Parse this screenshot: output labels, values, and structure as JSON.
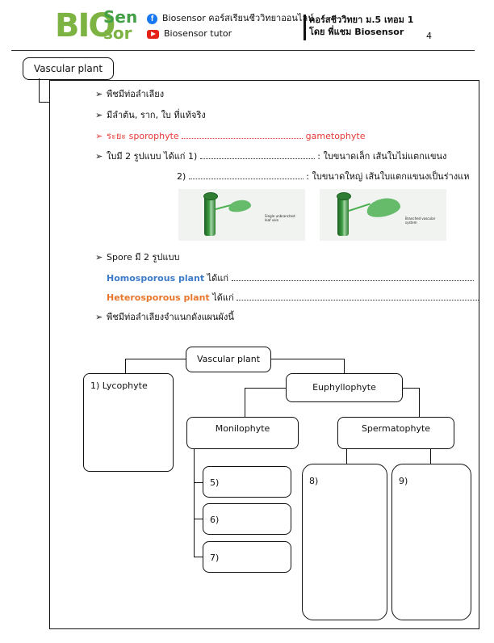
{
  "header": {
    "logo": {
      "bio": "BIO",
      "sen": "Sen",
      "sor": "sor"
    },
    "facebook_text": "Biosensor คอร์สเรียนชีววิทยาออนไลน์",
    "youtube_text": "Biosensor tutor",
    "course_line1": "คอร์สชีววิทยา ม.5 เทอม 1",
    "course_line2": "โดย พี่แชม Biosensor",
    "page_number": "4"
  },
  "title_box": "Vascular plant",
  "bullets": {
    "b1": "พืชมีท่อลำเลียง",
    "b2": "มีลำต้น, ราก, ใบ ที่แท้จริง",
    "b3_prefix": "ระยะ sporophyte",
    "b3_suffix": "gametophyte",
    "b4_prefix": "ใบมี 2 รูปแบบ ได้แก่ 1)",
    "b4_suffix": ": ใบขนาดเล็ก เส้นใบไม่แตกแขนง",
    "b5_prefix": "2)",
    "b5_suffix": ": ใบขนาดใหญ่ เส้นใบแตกแขนงเป็นร่างแห",
    "b6": "Spore มี 2 รูปแบบ",
    "homosporous": "Homosporous plant",
    "heterosporous": "Heterosporous plant",
    "dai_kae": "ได้แก่",
    "b7": "พืชมีท่อลำเลียงจำแนกดังแผนผังนี้"
  },
  "figures": {
    "left_label": "Single unbranched leaf vein",
    "right_label": "Branched vascular system"
  },
  "tree": {
    "root": "Vascular plant",
    "lycophyte": "1) Lycophyte",
    "euphyllophyte": "Euphyllophyte",
    "monilophyte": "Monilophyte",
    "spermatophyte": "Spermatophyte",
    "n5": "5)",
    "n6": "6)",
    "n7": "7)",
    "n8": "8)",
    "n9": "9)"
  }
}
